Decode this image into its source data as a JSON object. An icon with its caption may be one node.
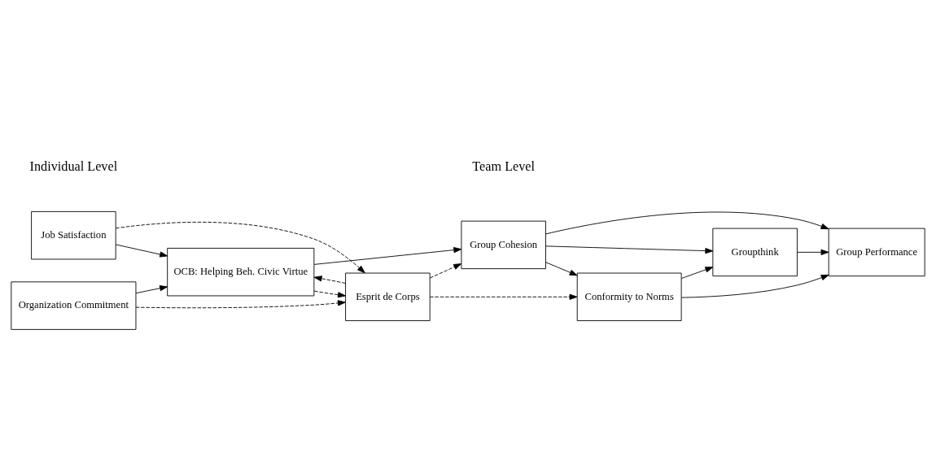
{
  "diagram": {
    "nodes": [
      {
        "text": [
          "Job Satisfaction"
        ]
      },
      {
        "text": [
          "Organization Commitment"
        ]
      },
      {
        "text": [
          "OCB: Helping Beh. Civic Virtue"
        ]
      },
      {
        "text": [
          "Esprit de Corps"
        ]
      },
      {
        "text": [
          "Group Cohesion"
        ]
      },
      {
        "text": [
          "Conformity to Norms"
        ]
      },
      {
        "text": [
          "Groupthink"
        ]
      },
      {
        "text": [
          "Group Performance"
        ]
      }
    ],
    "edges": [
      {
        "from": 0,
        "to": 2,
        "arrow": "to"
      },
      {
        "from": 1,
        "to": 2,
        "arrow": "to"
      },
      {
        "from": 0,
        "to": 3,
        "arrow": "to",
        "style": "dashed"
      },
      {
        "from": 1,
        "to": 3,
        "arrow": "to",
        "style": "dashed"
      },
      {
        "from": 3,
        "to": 2,
        "arrow": "to",
        "style": "dashed"
      },
      {
        "from": 2,
        "to": 3,
        "arrow": "to",
        "style": "dashed"
      },
      {
        "from": 2,
        "to": 4,
        "arrow": "to"
      },
      {
        "from": 3,
        "to": 4,
        "arrow": "to",
        "style": "dashed"
      },
      {
        "from": 3,
        "to": 5,
        "arrow": "to",
        "style": "dashed"
      },
      {
        "from": 4,
        "to": 5,
        "arrow": "to"
      },
      {
        "from": 5,
        "to": 6,
        "arrow": "to"
      },
      {
        "from": 4,
        "to": 6,
        "arrow": "to"
      },
      {
        "from": 4,
        "to": 7,
        "arrow": "to"
      },
      {
        "from": 5,
        "to": 7,
        "arrow": "to"
      },
      {
        "from": 6,
        "to": 7,
        "arrow": "to"
      }
    ],
    "labels": [
      "Individual Level",
      "Team Level"
    ]
  }
}
